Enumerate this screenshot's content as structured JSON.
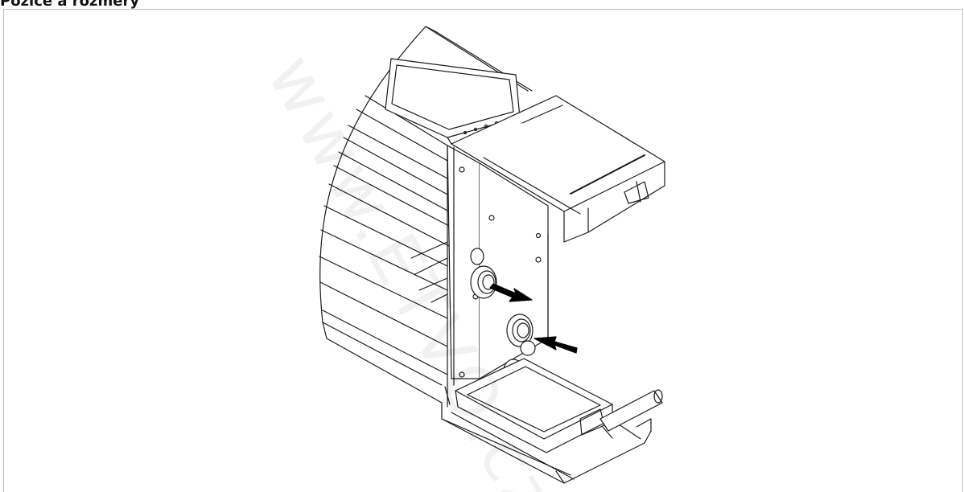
{
  "section": {
    "heading": "Pozice a rozměry"
  },
  "figure": {
    "watermark": "www.ETVO.cz",
    "arrows": [
      "outlet-arrow",
      "inlet-arrow"
    ],
    "line_color": "#1a1a1a",
    "arrow_color": "#000000"
  }
}
